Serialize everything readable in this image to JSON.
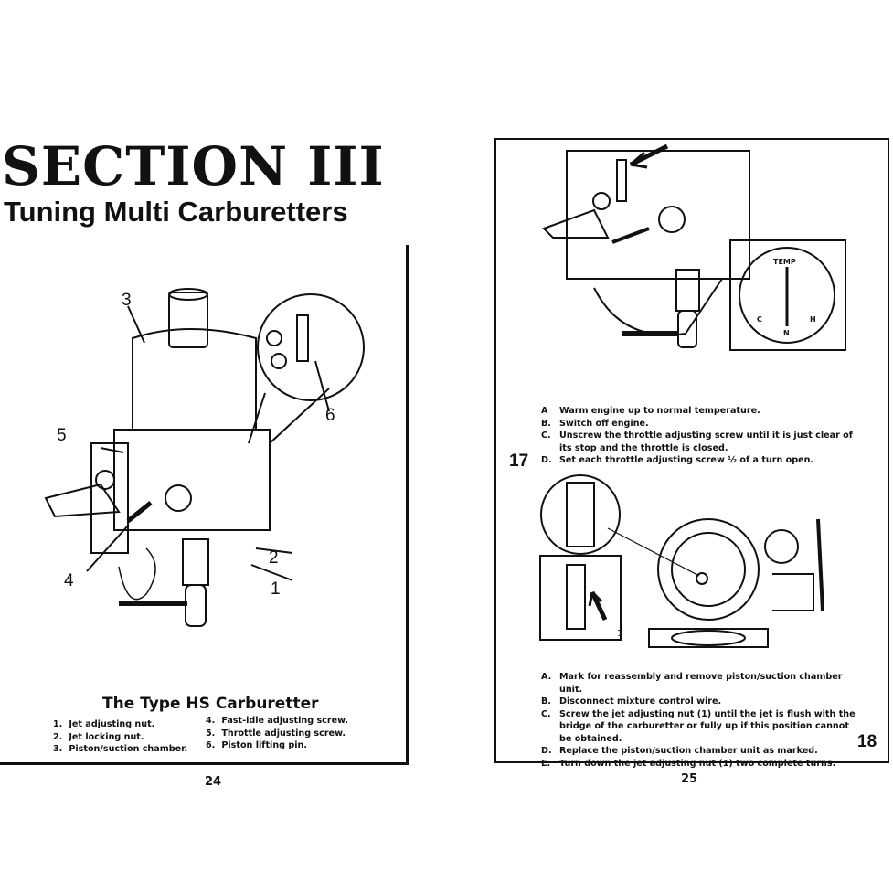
{
  "left_page": {
    "section_title": "SECTION III",
    "section_subtitle": "Tuning Multi Carburetters",
    "figure_callouts": [
      "1",
      "2",
      "3",
      "4",
      "5",
      "6"
    ],
    "caption_title": "The Type HS Carburetter",
    "parts": [
      {
        "num": "1.",
        "label": "Jet adjusting nut."
      },
      {
        "num": "2.",
        "label": "Jet locking nut."
      },
      {
        "num": "3.",
        "label": "Piston/suction chamber."
      },
      {
        "num": "4.",
        "label": "Fast-idle adjusting screw."
      },
      {
        "num": "5.",
        "label": "Throttle adjusting screw."
      },
      {
        "num": "6.",
        "label": "Piston lifting pin."
      }
    ],
    "page_number": "24"
  },
  "right_page": {
    "figure_17": {
      "number": "17",
      "gauge_labels": {
        "title": "TEMP",
        "cold": "C",
        "normal": "N",
        "hot": "H"
      },
      "steps": [
        {
          "letter": "A",
          "text": "Warm engine up to normal temperature."
        },
        {
          "letter": "B.",
          "text": "Switch off engine."
        },
        {
          "letter": "C.",
          "text": "Unscrew the throttle adjusting screw until it is just clear of its stop and the throttle is closed."
        },
        {
          "letter": "D.",
          "text": "Set each throttle adjusting screw ½ of a turn open."
        }
      ]
    },
    "figure_18": {
      "number": "18",
      "inset_callout": "1",
      "steps": [
        {
          "letter": "A.",
          "text": "Mark for reassembly and remove piston/suction chamber unit."
        },
        {
          "letter": "B.",
          "text": "Disconnect mixture control wire."
        },
        {
          "letter": "C.",
          "text": "Screw the jet adjusting nut (1) until the jet is flush with the bridge of the carburetter or fully up if this position cannot be obtained."
        },
        {
          "letter": "D.",
          "text": "Replace the piston/suction chamber unit as marked."
        },
        {
          "letter": "E.",
          "text": "Turn down the jet adjusting nut (1) two complete turns."
        }
      ]
    },
    "page_number": "25"
  }
}
